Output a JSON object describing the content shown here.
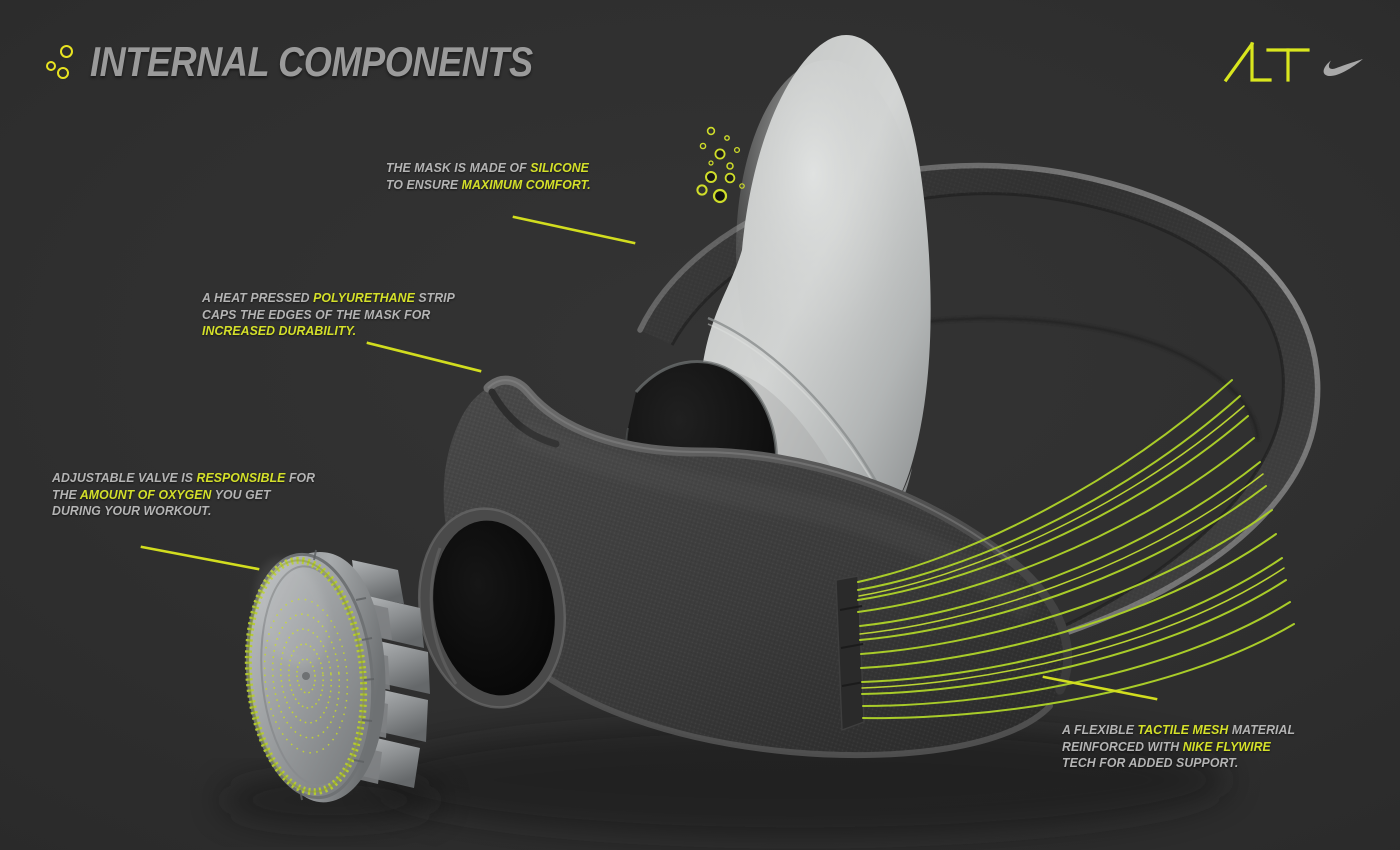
{
  "page": {
    "background_color": "#2c2c2c",
    "accent_color": "#d4e02a",
    "title": "INTERNAL COMPONENTS",
    "title_color": "#9a9a9a"
  },
  "brand": {
    "logo_text": "ALT",
    "logo_color": "#d9e61e",
    "swoosh_name": "nike-swoosh",
    "swoosh_color": "#a8a8a8"
  },
  "annotations": [
    {
      "id": "silicone",
      "lines": [
        [
          {
            "t": "THE MASK IS MADE OF ",
            "hl": false
          },
          {
            "t": "SILICONE",
            "hl": true
          }
        ],
        [
          {
            "t": "TO ENSURE ",
            "hl": false
          },
          {
            "t": "MAXIMUM COMFORT.",
            "hl": true
          }
        ]
      ]
    },
    {
      "id": "polyurethane",
      "lines": [
        [
          {
            "t": "A HEAT PRESSED ",
            "hl": false
          },
          {
            "t": "POLYURETHANE",
            "hl": true
          },
          {
            "t": " STRIP",
            "hl": false
          }
        ],
        [
          {
            "t": "CAPS THE EDGES OF THE MASK FOR",
            "hl": false
          }
        ],
        [
          {
            "t": "INCREASED DURABILITY.",
            "hl": true
          }
        ]
      ]
    },
    {
      "id": "valve",
      "lines": [
        [
          {
            "t": "ADJUSTABLE VALVE IS ",
            "hl": false
          },
          {
            "t": "RESPONSIBLE",
            "hl": true
          },
          {
            "t": " FOR",
            "hl": false
          }
        ],
        [
          {
            "t": "THE ",
            "hl": false
          },
          {
            "t": "AMOUNT OF OXYGEN",
            "hl": true
          },
          {
            "t": " YOU GET",
            "hl": false
          }
        ],
        [
          {
            "t": "DURING YOUR WORKOUT.",
            "hl": false
          }
        ]
      ]
    },
    {
      "id": "mesh",
      "lines": [
        [
          {
            "t": "A FLEXIBLE ",
            "hl": false
          },
          {
            "t": "TACTILE MESH",
            "hl": true
          },
          {
            "t": " MATERIAL",
            "hl": false
          }
        ],
        [
          {
            "t": "REINFORCED WITH ",
            "hl": false
          },
          {
            "t": "NIKE FLYWIRE",
            "hl": true
          }
        ],
        [
          {
            "t": "TECH FOR ADDED SUPPORT.",
            "hl": false
          }
        ]
      ]
    }
  ],
  "product": {
    "name": "training-mask-exploded-view",
    "parts": [
      {
        "name": "silicone-mask-shell",
        "color": "#c3c5c4",
        "note": "light grey moulded inner shell with vent holes"
      },
      {
        "name": "vent-holes",
        "color": "#cfdd2a",
        "count": 12
      },
      {
        "name": "mesh-mask-body",
        "color": "#3a3a3a",
        "note": "dark woven tactile mesh face piece"
      },
      {
        "name": "valve-port-opening",
        "color": "#262626"
      },
      {
        "name": "head-strap-loop",
        "color": "#333333"
      },
      {
        "name": "flywire-cables",
        "color": "#a9cc29",
        "count": 14
      },
      {
        "name": "flywire-anchor-tab",
        "color": "#2b2b2b"
      },
      {
        "name": "adjustable-valve",
        "color": "#9a9d9f",
        "note": "knurled metal dial with green rim"
      },
      {
        "name": "valve-knurled-rim",
        "color": "#b6cc2e"
      },
      {
        "name": "valve-perforation-burst",
        "color": "#c4d62c"
      },
      {
        "name": "valve-grip-tabs",
        "color": "#8f9294",
        "count": 9
      }
    ]
  }
}
